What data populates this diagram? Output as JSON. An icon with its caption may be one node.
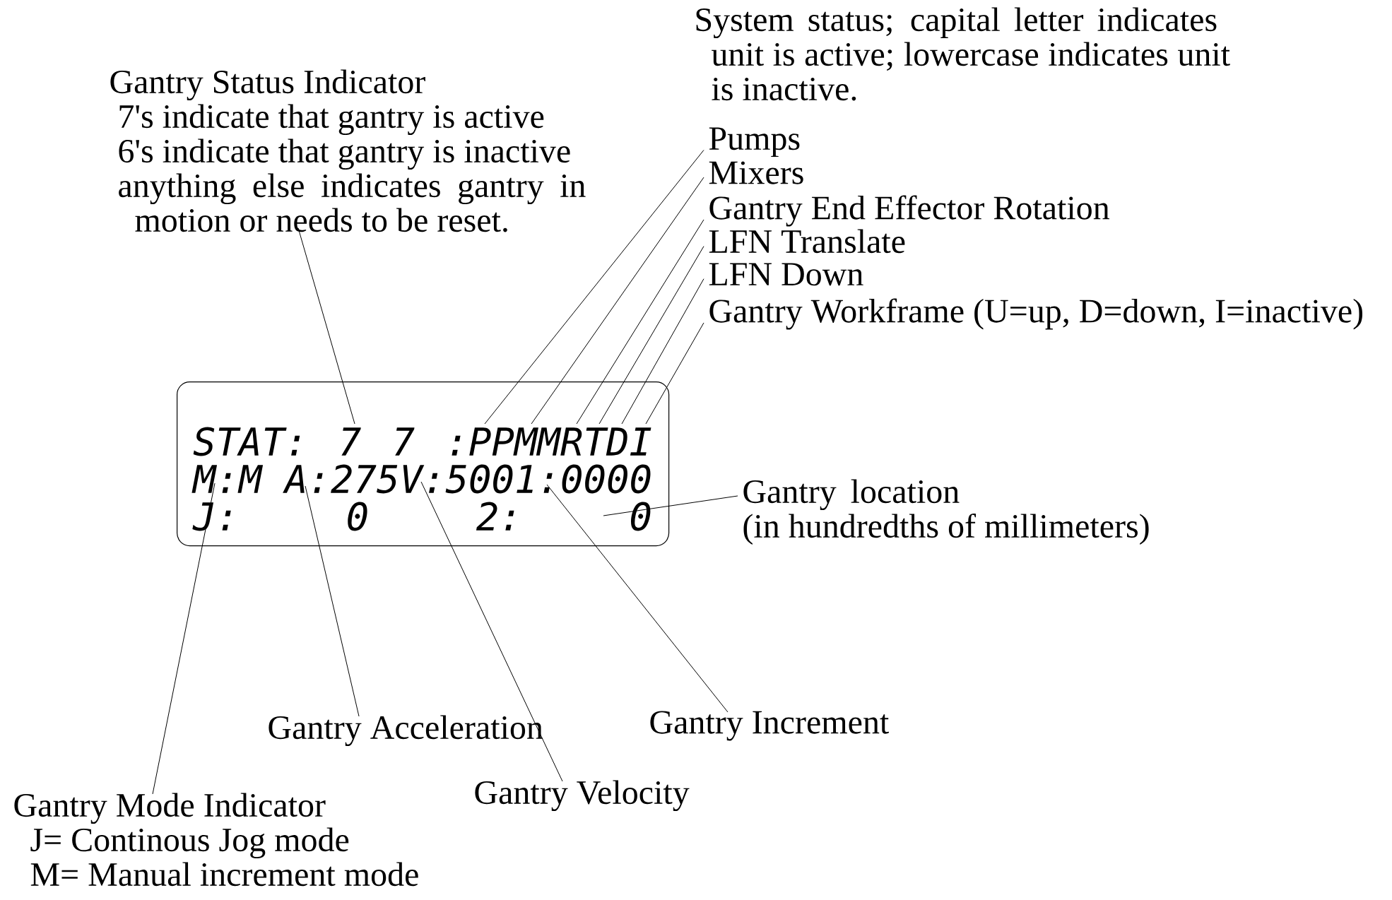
{
  "diagram": {
    "nodes": [
      {
        "text": [
          "Gantry Status Indicator",
          "7's indicate that gantry is active",
          "6's indicate that gantry is inactive",
          "anything else indicates gantry in motion or needs to be reset."
        ]
      },
      {
        "text": [
          "Pumps"
        ]
      },
      {
        "text": [
          "Mixers"
        ]
      },
      {
        "text": [
          "Gantry End Effector Rotation"
        ]
      },
      {
        "text": [
          "LFN Translate"
        ]
      },
      {
        "text": [
          "LFN Down"
        ]
      },
      {
        "text": [
          "Gantry Workframe (U=up, D=down, I=inactive)"
        ]
      },
      {
        "text": [
          "STAT: 7 7 :PPMMRTDI",
          "M:M A:275V:5001:0000",
          "J: 0 2: 0"
        ]
      },
      {
        "text": [
          "Gantry location (in hundredths of millimeters)"
        ]
      },
      {
        "text": [
          "Gantry Acceleration"
        ]
      },
      {
        "text": [
          "Gantry Increment"
        ]
      },
      {
        "text": [
          "Gantry Velocity"
        ]
      },
      {
        "text": [
          "Gantry Mode Indicator",
          "J= Continous Jog mode",
          "M= Manual increment mode"
        ]
      }
    ],
    "edges": [
      {
        "from": 0,
        "to": 7,
        "arrow": "none"
      },
      {
        "from": 1,
        "to": 7,
        "arrow": "none"
      },
      {
        "from": 2,
        "to": 7,
        "arrow": "none"
      },
      {
        "from": 3,
        "to": 7,
        "arrow": "none"
      },
      {
        "from": 4,
        "to": 7,
        "arrow": "none"
      },
      {
        "from": 5,
        "to": 7,
        "arrow": "none"
      },
      {
        "from": 6,
        "to": 7,
        "arrow": "none"
      },
      {
        "from": 8,
        "to": 7,
        "arrow": "none"
      },
      {
        "from": 9,
        "to": 7,
        "arrow": "none"
      },
      {
        "from": 10,
        "to": 7,
        "arrow": "none"
      },
      {
        "from": 11,
        "to": 7,
        "arrow": "none"
      },
      {
        "from": 12,
        "to": 7,
        "arrow": "none"
      }
    ],
    "labels": [
      "System status; capital letter indicates unit is active; lowercase indicates unit is inactive."
    ]
  }
}
